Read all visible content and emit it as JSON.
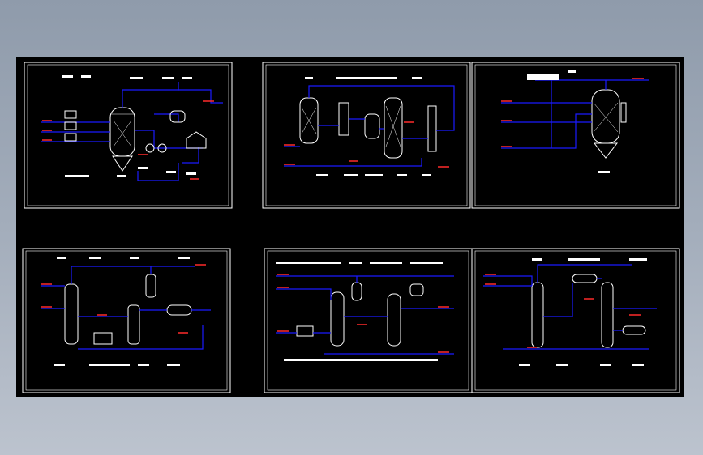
{
  "canvas": {
    "background": "#000000",
    "frame_color": "#ffffff"
  },
  "colors": {
    "process_line": "#1a1aff",
    "highlight": "#ff2a2a",
    "equipment": "#ffffff"
  },
  "sheets": [
    {
      "id": "sheet-1",
      "tags": [
        "T3",
        "T4",
        "T5",
        "T6",
        "T7",
        "T8"
      ]
    },
    {
      "id": "sheet-2",
      "tags": [
        "T1",
        "T2",
        "T3"
      ]
    },
    {
      "id": "sheet-3",
      "tags": [
        "R1"
      ]
    },
    {
      "id": "sheet-4",
      "tags": [
        "T1",
        "T2",
        "T3",
        "T4"
      ]
    },
    {
      "id": "sheet-5",
      "tags": [
        "T1",
        "T2",
        "T3",
        "T4"
      ]
    },
    {
      "id": "sheet-6",
      "tags": [
        "T1",
        "T2",
        "T3",
        "T4"
      ]
    }
  ]
}
